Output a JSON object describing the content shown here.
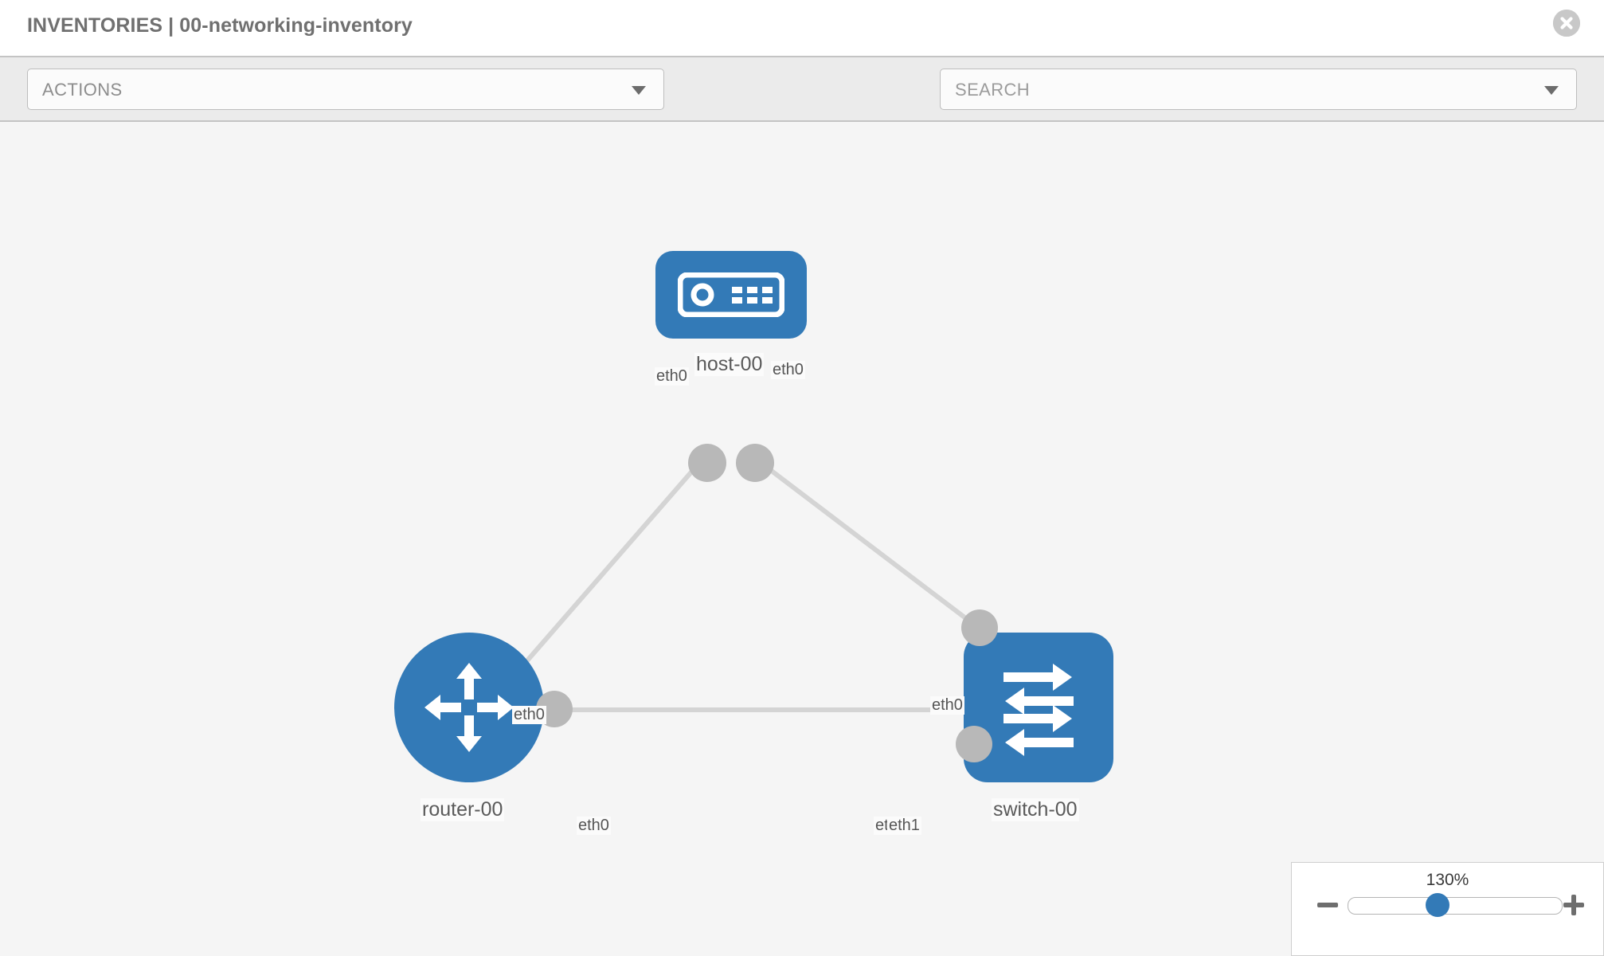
{
  "header": {
    "title": "INVENTORIES | 00-networking-inventory",
    "close_icon": "close-circle-icon"
  },
  "toolbar": {
    "actions_label": "ACTIONS",
    "actions_caret": "chevron-down-icon",
    "wrench_icon": "wrench-icon",
    "key_icon": "key-icon",
    "search_placeholder": "SEARCH",
    "search_value": "",
    "search_caret": "chevron-down-icon"
  },
  "topology": {
    "nodes": [
      {
        "id": "host-00",
        "label": "host-00",
        "icon": "server-icon",
        "shape": "rounded-rect",
        "color": "#337ab7"
      },
      {
        "id": "router-00",
        "label": "router-00",
        "icon": "router-icon",
        "shape": "circle",
        "color": "#337ab7"
      },
      {
        "id": "switch-00",
        "label": "switch-00",
        "icon": "switch-icon",
        "shape": "rounded-rect",
        "color": "#337ab7"
      }
    ],
    "edges": [
      {
        "from": "host-00",
        "to": "router-00",
        "from_label": "eth0",
        "to_label": "eth0"
      },
      {
        "from": "host-00",
        "to": "switch-00",
        "from_label": "eth0",
        "to_label": "eth0"
      },
      {
        "from": "router-00",
        "to": "switch-00",
        "from_label": "eth0",
        "to_label": "eth0",
        "to_label_2": "eth1"
      }
    ],
    "link_color": "#d4d4d4",
    "port_color": "#b8b8b8"
  },
  "zoom": {
    "percent": "130%",
    "minus_label": "−",
    "plus_label": "+"
  }
}
